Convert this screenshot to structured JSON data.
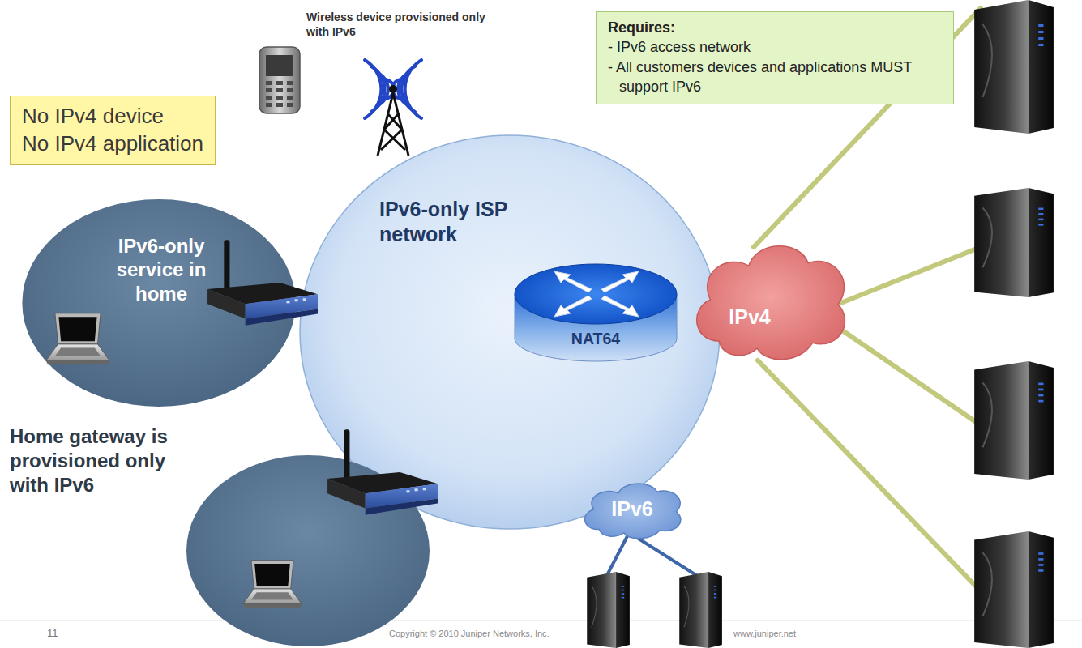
{
  "diagram": {
    "nodes": [
      {
        "text": [
          "No IPv4 device",
          "No IPv4 application"
        ]
      },
      {
        "text": [
          "Requires:",
          "- IPv6 access network",
          "- All customers devices and applications MUST support IPv6"
        ]
      },
      {
        "text": [
          "IPv6-only ISP network"
        ]
      },
      {
        "text": [
          "IPv6-only service in home"
        ]
      },
      {
        "text": [
          "NAT64"
        ],
        "in": 2
      },
      {
        "text": [
          "IPv4"
        ]
      },
      {
        "text": [
          "IPv6"
        ]
      }
    ],
    "labels": [
      "Wireless device provisioned only with IPv6",
      "Home gateway is provisioned only with IPv6",
      "11",
      "Copyright © 2010 Juniper Networks, Inc.",
      "www.juniper.net"
    ]
  }
}
